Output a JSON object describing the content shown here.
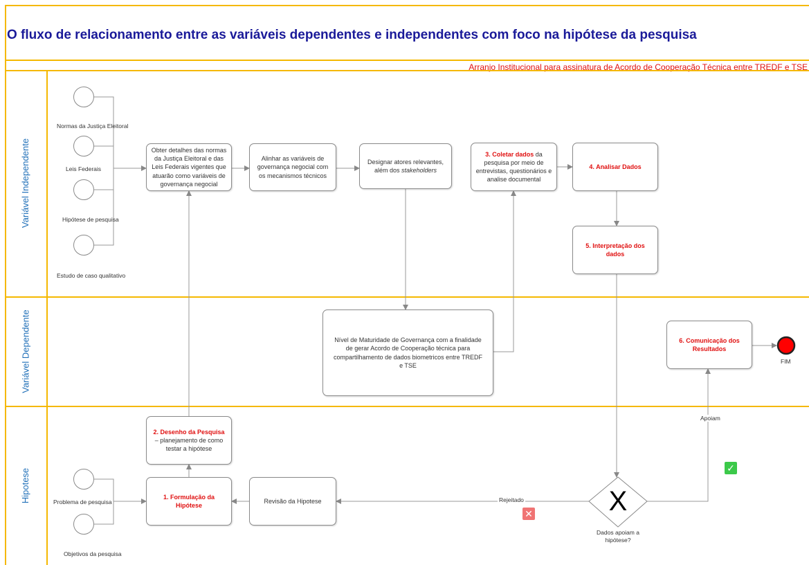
{
  "title": "O fluxo de relacionamento entre as variáveis dependentes e independentes com foco na hipótese da pesquisa",
  "subtitle": "Arranjo Institucional para assinatura de Acordo de Cooperação Técnica entre TREDF e TSE",
  "lanes": {
    "independent": "Variável Independente",
    "dependent": "Variável Dependente",
    "hypothesis": "Hipotese"
  },
  "inputs": {
    "normas": "Normas da Justiça Eleitoral",
    "leis": "Leis Federais",
    "hipotese_pesquisa": "Hipótese de pesquisa",
    "estudo_caso": "Estudo de caso qualitativo",
    "problema": "Problema de pesquisa",
    "objetivos": "Objetivos da pesquisa"
  },
  "boxes": {
    "obter": "Obter detalhes das normas da Justiça Eleitoral e das Leis Federais vigentes que atuarão como variáveis de governança negocial",
    "alinhar": "Alinhar as variáveis de governança negocial com os mecanismos técnicos",
    "designar_text": "Designar atores relevantes, além dos ",
    "designar_italic": "stakeholders",
    "coletar_red": "3. Coletar dados",
    "coletar_text": " da pesquisa por meio de entrevistas, questionários e analise documental",
    "analisar": "4. Analisar Dados",
    "interpretacao": "5. Interpretação dos dados",
    "nivel": "Nível de Maturidade de Governança com a finalidade de gerar Acordo de Cooperação técnica para compartilhamento de dados biometricos entre TREDF e TSE",
    "comunicacao": "6. Comunicação dos Resultados",
    "desenho_red": "2. Desenho da Pesquisa",
    "desenho_text": " – planejamento de como testar a hipótese",
    "formulacao": "1. Formulação da Hipótese",
    "revisao": "Revisão da Hipotese"
  },
  "gateway": {
    "symbol": "X",
    "label": "Dados apoiam a hipótese?",
    "rejected": "Rejeitado",
    "supported": "Apoiam"
  },
  "end_label": "FIM",
  "colors": {
    "lane_border": "#f5b800",
    "title": "#1a1a99",
    "accent_red": "#e01010",
    "lane_label": "#1f6fb8",
    "ok_badge": "#3cc94a",
    "reject_badge": "#f07474",
    "end_event": "#ff0000"
  },
  "icons": {
    "ok": "check-icon",
    "reject": "close-icon"
  }
}
